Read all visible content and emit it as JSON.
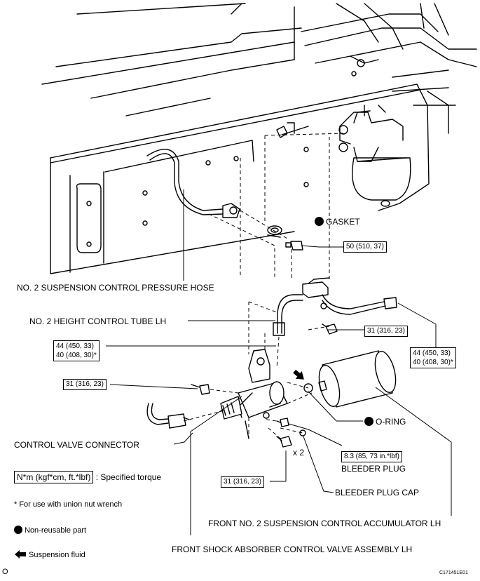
{
  "labels": {
    "gasket": "GASKET",
    "torque_gasket": "50 (510, 37)",
    "pressure_hose": "NO. 2 SUSPENSION CONTROL PRESSURE HOSE",
    "height_tube": "NO. 2 HEIGHT CONTROL TUBE LH",
    "torque_tube_left_1": "44 (450, 33)",
    "torque_tube_left_2": "40 (408, 30)*",
    "torque_bolt_mid": "31 (316, 23)",
    "torque_tube_right_1": "44 (450, 33)",
    "torque_tube_right_2": "40 (408, 30)*",
    "torque_bracket": "31 (316, 23)",
    "o_ring": "O-RING",
    "control_valve_connector": "CONTROL VALVE CONNECTOR",
    "torque_bleeder": "8.3 (85, 73 in.*lbf)",
    "bleeder_plug": "BLEEDER PLUG",
    "times_two": "x 2",
    "torque_bottom_bolt": "31 (316, 23)",
    "bleeder_plug_cap": "BLEEDER PLUG CAP",
    "accumulator": "FRONT NO. 2 SUSPENSION CONTROL ACCUMULATOR LH",
    "valve_assembly": "FRONT SHOCK ABSORBER CONTROL VALVE ASSEMBLY LH"
  },
  "legend": {
    "torque_unit": "N*m (kgf*cm, ft.*lbf)",
    "torque_desc": ": Specified torque",
    "union_note": "* For use with union nut wrench",
    "non_reusable": "Non-reusable part",
    "fluid": "Suspension fluid"
  },
  "footer": {
    "left_mark": "O",
    "figure_id": "C171451E01"
  }
}
